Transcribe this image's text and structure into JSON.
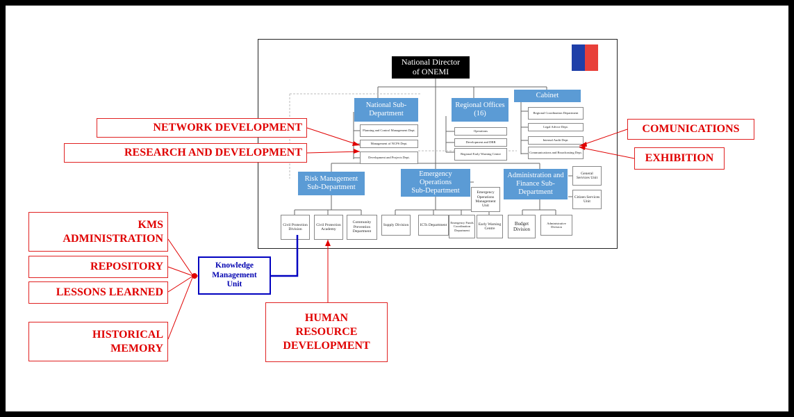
{
  "org_chart": {
    "director": "National Director\nof ONEMI",
    "cabinet": "Cabinet",
    "cabinet_units": [
      "Regional Coordination Department",
      "Legal Advice Dept.",
      "Internal Audit Dept.",
      "Communications and Broadcasting Dept."
    ],
    "national_sub": "National Sub-\nDepartment",
    "national_units": [
      "Planning and Control Management Dept.",
      "Management of NCPS Dept.",
      "Development and Projects Dept."
    ],
    "regional_offices": "Regional Offices\n(16)",
    "regional_units": [
      "Operations",
      "Development and DRR",
      "Regional Early Warning Centre"
    ],
    "risk_sub": "Risk Management\nSub-Department",
    "risk_units": [
      "Civil Protection Division",
      "Civil Protection Academy",
      "Community Prevention Department"
    ],
    "emergency_sub": "Emergency\nOperations\nSub-Department",
    "emergency_mgmt_unit": "Emergency Operations Management Unit",
    "emergency_units": [
      "Supply Division",
      "ICTs Department",
      "Emergency Funds Coordination Department",
      "Early Warning Centre"
    ],
    "admin_sub": "Administration and\nFinance Sub-\nDepartment",
    "admin_side_units": [
      "General Services Unit",
      "Citizen Services Unit"
    ],
    "admin_units": [
      "Budget Division",
      "Administrative Division"
    ],
    "flag_colors": {
      "blue": "#1f3fa8",
      "red": "#e8403a"
    }
  },
  "annotations": {
    "network_development": "NETWORK DEVELOPMENT",
    "research_development": "RESEARCH AND DEVELOPMENT",
    "comunications": "COMUNICATIONS",
    "exhibition": "EXHIBITION",
    "kms_administration": "KMS\nADMINISTRATION",
    "repository": "REPOSITORY",
    "lessons_learned": "LESSONS LEARNED",
    "historical_memory": "HISTORICAL\nMEMORY",
    "human_resource_development": "HUMAN\nRESOURCE\nDEVELOPMENT",
    "knowledge_management_unit": "Knowledge\nManagement\nUnit"
  },
  "colors": {
    "annotation_red": "#e00000",
    "kmu_blue": "#0000c0",
    "box_blue": "#5b9bd5"
  }
}
